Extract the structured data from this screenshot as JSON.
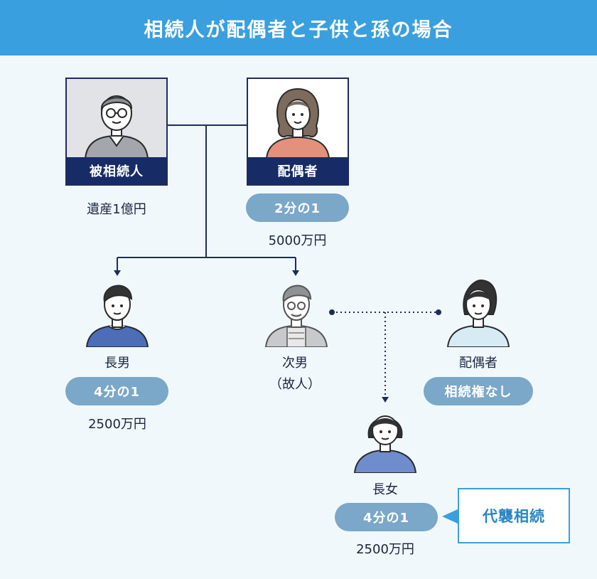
{
  "title": "相続人が配偶者と子供と孫の場合",
  "decedent": {
    "label": "被相続人",
    "estate": "遺産1億円"
  },
  "spouse": {
    "label": "配偶者",
    "share": "2分の1",
    "amount": "5000万円"
  },
  "eldest_son": {
    "label": "長男",
    "share": "4分の1",
    "amount": "2500万円"
  },
  "second_son": {
    "label": "次男",
    "note": "（故人）"
  },
  "son_spouse": {
    "label": "配偶者",
    "share": "相続権なし"
  },
  "granddaughter": {
    "label": "長女",
    "share": "4分の1",
    "amount": "2500万円"
  },
  "callout": "代襲相続",
  "colors": {
    "header": "#3a9fde",
    "navy": "#172c66",
    "pill": "#7ba7c8",
    "background": "#f1f8fc"
  }
}
